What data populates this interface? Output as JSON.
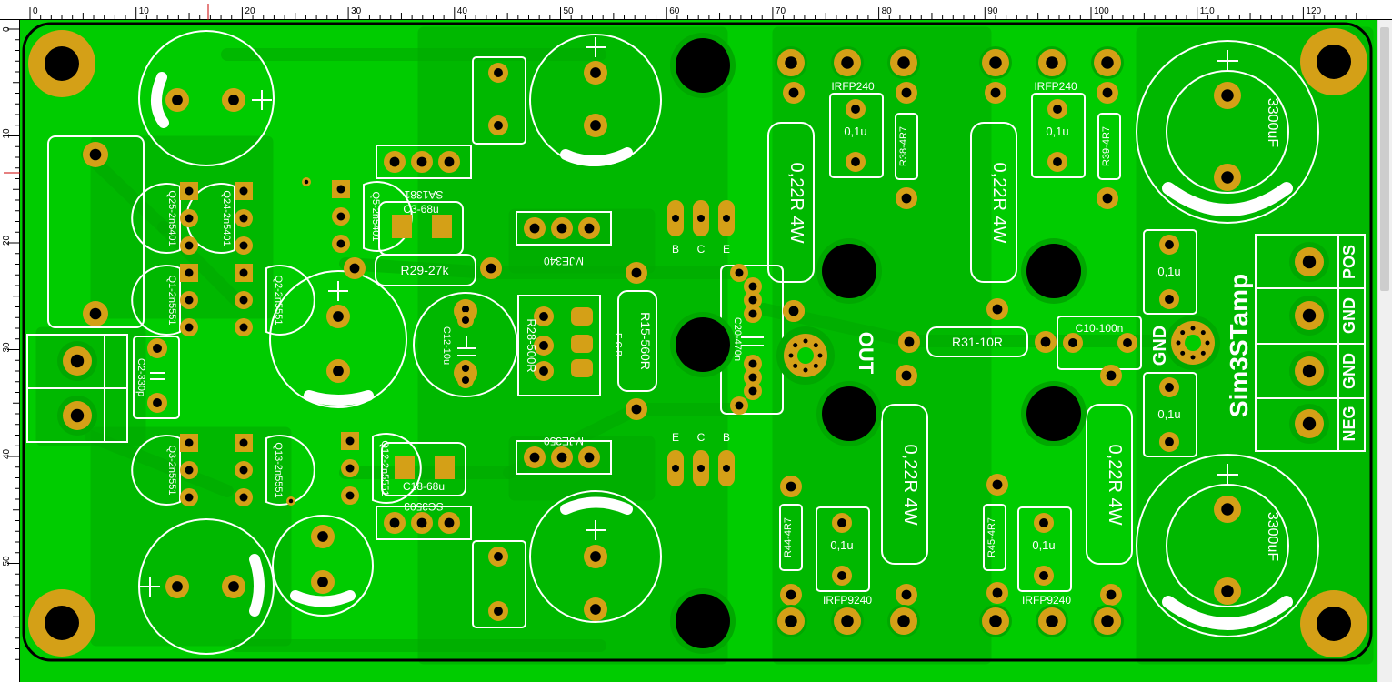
{
  "ruler": {
    "unit": "mm",
    "x_labels": [
      "0",
      "10",
      "20",
      "30",
      "40",
      "50",
      "60",
      "70",
      "80",
      "90",
      "100",
      "110",
      "120"
    ],
    "y_labels": [
      "0",
      "10",
      "20",
      "30",
      "40",
      "50"
    ]
  },
  "board": {
    "title": "Sim3STamp",
    "colors": {
      "board": "#00cc00",
      "copper": "#00a800",
      "pad": "#d4a017",
      "silk": "#ffffff",
      "hole": "#000000",
      "ruler_marker": "#cc0000"
    }
  },
  "connector": {
    "labels": [
      "POS",
      "GND",
      "GND",
      "NEG"
    ]
  },
  "gnd_label": "GND",
  "out_label": "OUT",
  "components": {
    "transistors_top": [
      "IRFP240",
      "IRFP240"
    ],
    "transistors_bottom": [
      "IRFP9240",
      "IRFP9240"
    ],
    "power_resistors": [
      "0,22R 4W",
      "0,22R 4W",
      "0,22R 4W",
      "0,22R 4W"
    ],
    "gate_resistors": [
      "R38-4R7",
      "R39-4R7",
      "R44-4R7",
      "R45-4R7"
    ],
    "caps_01": [
      "0,1u",
      "0,1u",
      "0,1u",
      "0,1u",
      "0,1u",
      "0,1u"
    ],
    "big_caps": [
      "3300uF",
      "3300uF"
    ],
    "r31": "R31-10R",
    "c10": "C10-100n",
    "c20": "C20-470n",
    "r15": "R15-560R",
    "r28": "R28-500R",
    "r29": "R29-27k",
    "c3": "C3-68u",
    "c18": "C18-68u",
    "c12": "C12-10u",
    "c2": "C2-330p",
    "sa1381": "SA1381",
    "sc3503": "SC3503",
    "mje340": "MJE340",
    "mje350": "MJE350",
    "q5": "Q5-2n5401",
    "q12": "Q12-2n5551",
    "q1": "Q1-2n5551",
    "q2": "Q2-2n5551",
    "q3": "Q3-2n5551",
    "q13": "Q13-2n5551",
    "q24": "Q24-2n5401",
    "q25": "Q25-2n5401",
    "bce_top": [
      "B",
      "C",
      "E"
    ],
    "bce_bottom": [
      "E",
      "C",
      "B"
    ]
  }
}
